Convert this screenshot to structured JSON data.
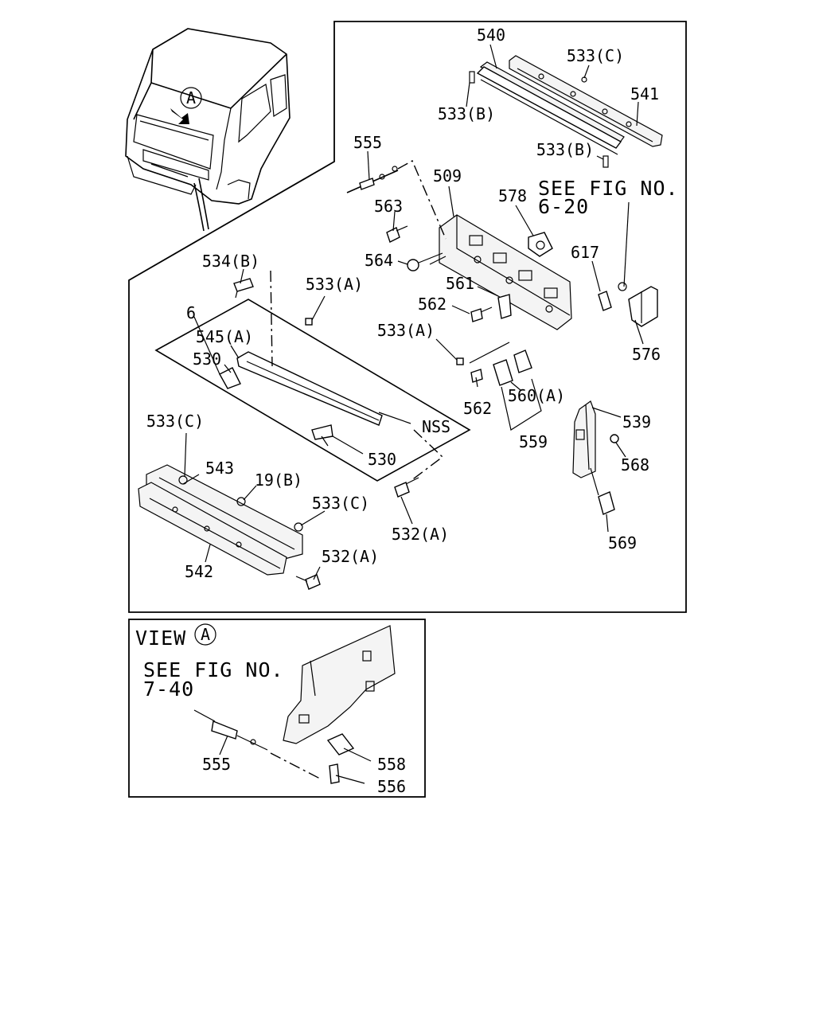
{
  "view_marker": "A",
  "callouts": {
    "p540": "540",
    "p533c_top": "533(C)",
    "p541": "541",
    "p533b_a": "533(B)",
    "p533b_b": "533(B)",
    "p555": "555",
    "p509": "509",
    "p578": "578",
    "p563": "563",
    "p564": "564",
    "p561": "561",
    "p562_a": "562",
    "p617": "617",
    "p534b": "534(B)",
    "p6": "6",
    "p533a_a": "533(A)",
    "p533a_b": "533(A)",
    "p545a": "545(A)",
    "p530_a": "530",
    "p576": "576",
    "p562_b": "562",
    "p560a": "560(A)",
    "p539": "539",
    "p559": "559",
    "p568": "568",
    "p533c_a": "533(C)",
    "p543": "543",
    "p19b": "19(B)",
    "p533c_b": "533(C)",
    "nss": "NSS",
    "p530_b": "530",
    "p532a_a": "532(A)",
    "p569": "569",
    "p532a_b": "532(A)",
    "p542": "542",
    "p555_view": "555",
    "p558": "558",
    "p556": "556"
  },
  "references": {
    "see_fig_6_line1": "SEE FIG NO.",
    "see_fig_6_line2": "6-20",
    "view_label": "VIEW",
    "see_fig_7_line1": "SEE FIG NO.",
    "see_fig_7_line2": "7-40"
  }
}
